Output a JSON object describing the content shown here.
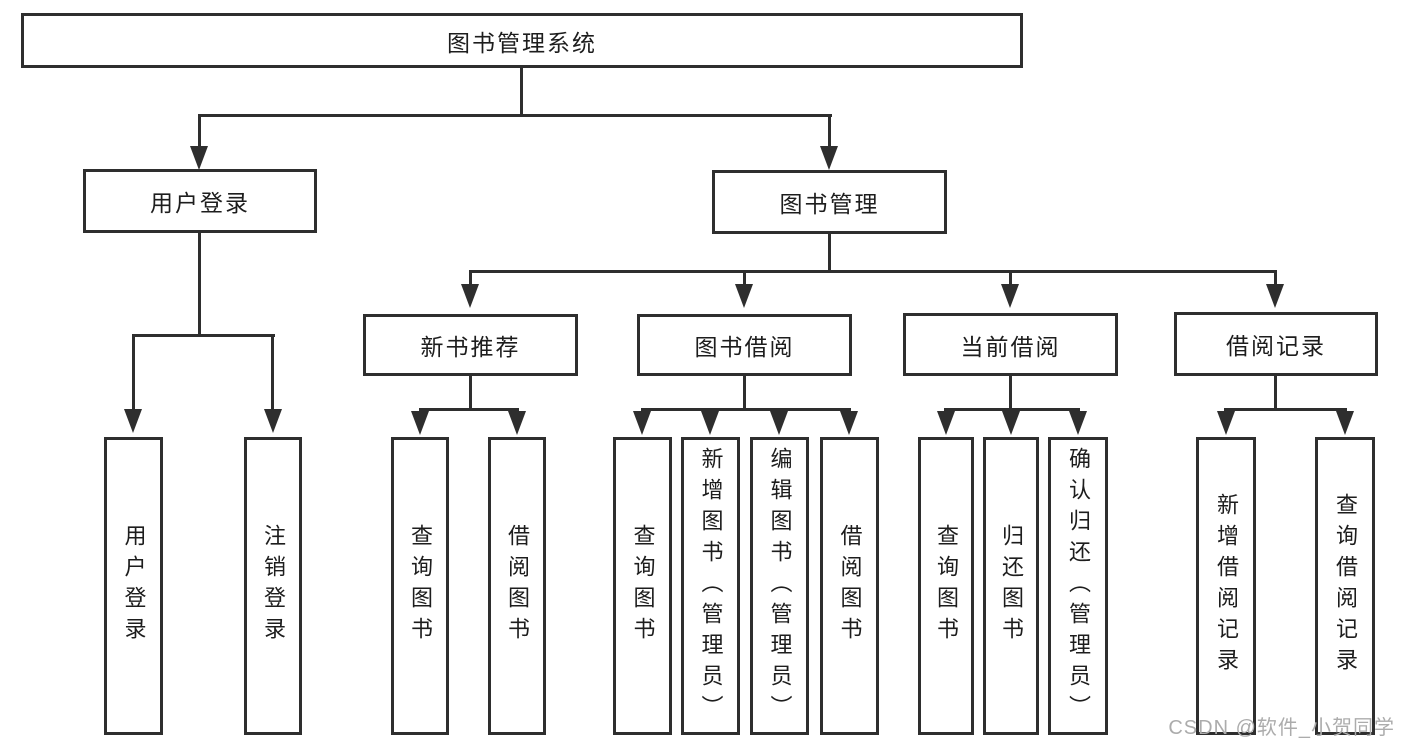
{
  "tree": {
    "root": {
      "label": "图书管理系统"
    },
    "branches": [
      {
        "label": "用户登录",
        "children": [
          {
            "label": "用户登录"
          },
          {
            "label": "注销登录"
          }
        ]
      },
      {
        "label": "图书管理",
        "children": [
          {
            "label": "新书推荐",
            "children": [
              {
                "label": "查询图书"
              },
              {
                "label": "借阅图书"
              }
            ]
          },
          {
            "label": "图书借阅",
            "children": [
              {
                "label": "查询图书"
              },
              {
                "label": "新增图书（管理员）"
              },
              {
                "label": "编辑图书（管理员）"
              },
              {
                "label": "借阅图书"
              }
            ]
          },
          {
            "label": "当前借阅",
            "children": [
              {
                "label": "查询图书"
              },
              {
                "label": "归还图书"
              },
              {
                "label": "确认归还（管理员）"
              }
            ]
          },
          {
            "label": "借阅记录",
            "children": [
              {
                "label": "新增借阅记录"
              },
              {
                "label": "查询借阅记录"
              }
            ]
          }
        ]
      }
    ]
  },
  "watermark": {
    "text": "CSDN @软件_小贺同学"
  },
  "colors": {
    "line": "#2e2e2e",
    "text": "#1d1d1d",
    "watermark": "#acacac",
    "background": "#ffffff"
  }
}
